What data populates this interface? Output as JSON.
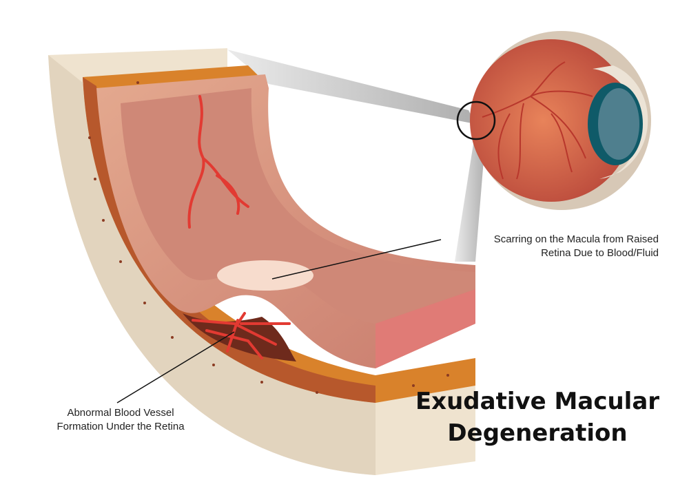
{
  "title": {
    "line1": "Exudative Macular",
    "line2": "Degeneration"
  },
  "labels": {
    "scarring": {
      "line1": "Scarring on the Macula from Raised",
      "line2": "Retina Due to Blood/Fluid"
    },
    "vessel": {
      "line1": "Abnormal Blood Vessel",
      "line2": "Formation Under the Retina"
    }
  },
  "colors": {
    "sclera": "#efe3cf",
    "choroid": "#d9822b",
    "retina": "#d98f7a",
    "vessel": "#e23a32",
    "iris": "#4f7f8e"
  }
}
